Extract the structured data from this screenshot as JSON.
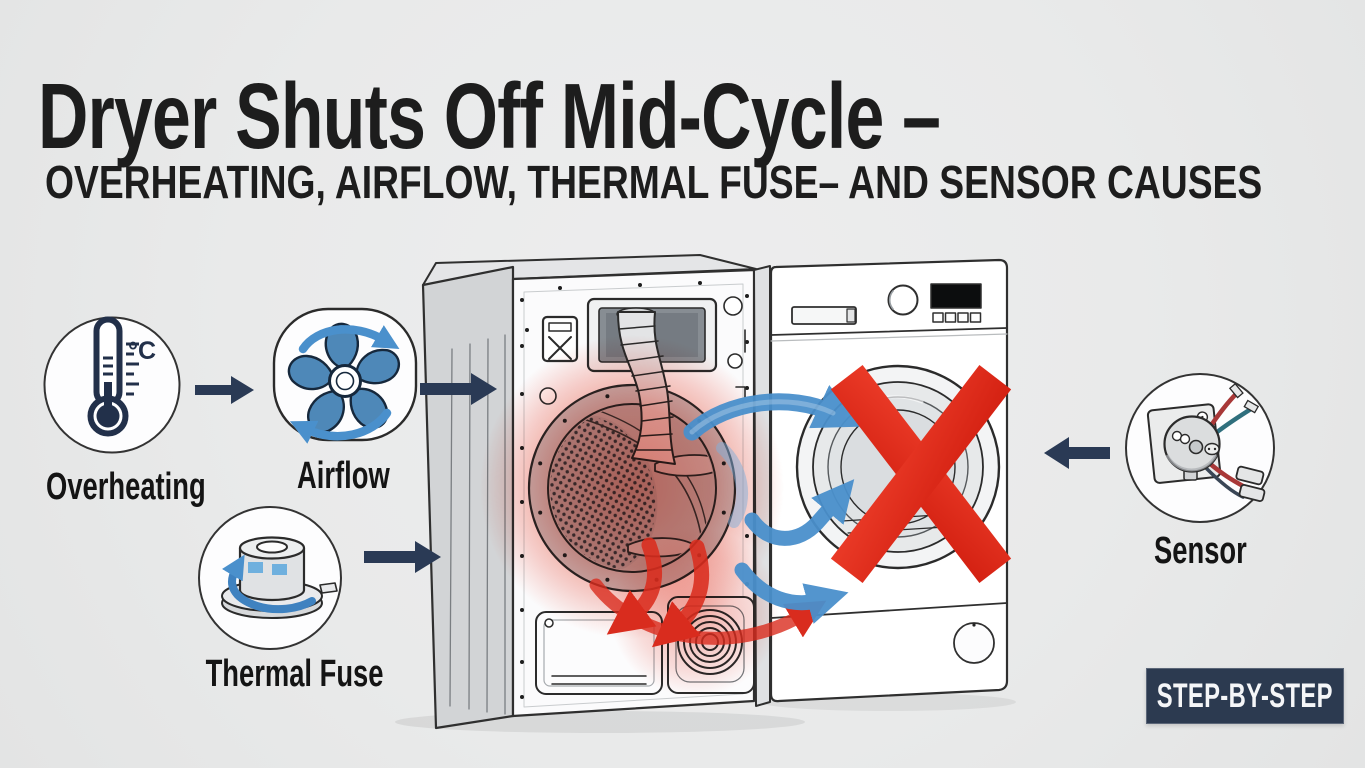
{
  "title": "Dryer Shuts Off Mid-Cycle –",
  "subtitle": "OVERHEATING, AIRFLOW, THERMAL FUSE– AND SENSOR CAUSES",
  "labels": {
    "overheating": "Overheating",
    "airflow": "Airflow",
    "thermal_fuse": "Thermal Fuse",
    "sensor": "Sensor"
  },
  "badge": {
    "text": "STEP-BY-STEP"
  },
  "thermometer": {
    "unit": "°C"
  },
  "icons": [
    "thermometer-icon",
    "fan-icon",
    "thermal-fuse-icon",
    "sensor-icon",
    "red-x-mark",
    "heat-glow",
    "airflow-arrows",
    "flow-arrow-right",
    "flow-arrow-left"
  ],
  "colors": {
    "navy": "#2a3a55",
    "navy2": "#2c3a50",
    "red": "#e02b1a",
    "blue": "#4a90cc",
    "ink": "#1d1d1d",
    "bg": "#e9eaea"
  }
}
